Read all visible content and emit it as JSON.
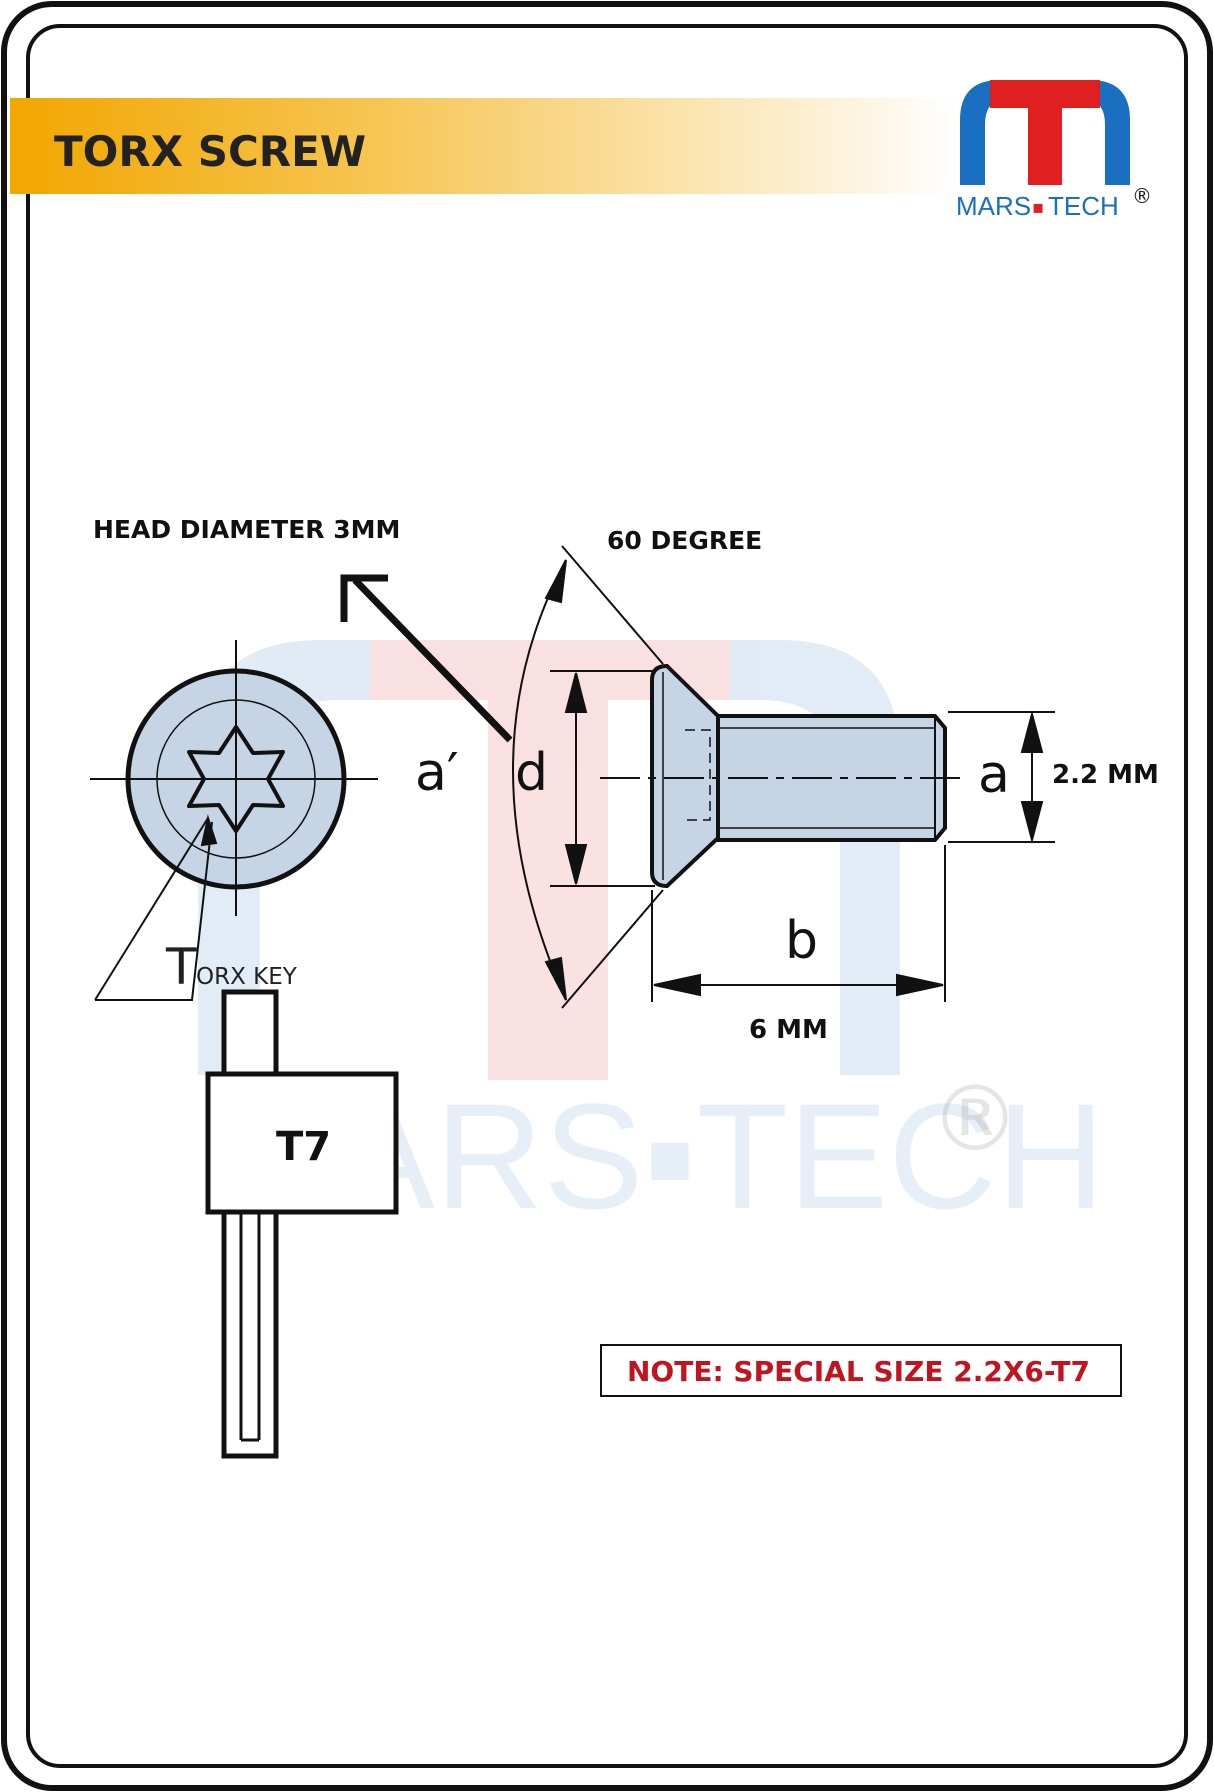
{
  "header": {
    "title": "TORX SCREW"
  },
  "logo": {
    "name": "MARS",
    "separator": "▪",
    "name2": "TECH",
    "registered": "®",
    "colors": {
      "blue": "#1a6fc0",
      "red": "#e02020",
      "text": "#1a6fc0"
    }
  },
  "watermark": {
    "text": "MARS▪TECH",
    "registered": "®"
  },
  "labels": {
    "head_diameter": "HEAD DIAMETER 3MM",
    "angle": "60 DEGREE",
    "a_prime": "a′",
    "d": "d",
    "a": "a",
    "a_value": "2.2 MM",
    "b": "b",
    "b_value": "6 MM",
    "torx_key_initial": "T",
    "torx_key_rest": "ORX KEY",
    "key_size": "T7"
  },
  "note": {
    "text": "NOTE: SPECIAL SIZE 2.2X6-T7",
    "color": "#c0141e"
  },
  "colors": {
    "banner_start": "#f0a500",
    "banner_end": "#ffffff",
    "screw_fill": "#c5d5e5",
    "outline": "#111111"
  }
}
